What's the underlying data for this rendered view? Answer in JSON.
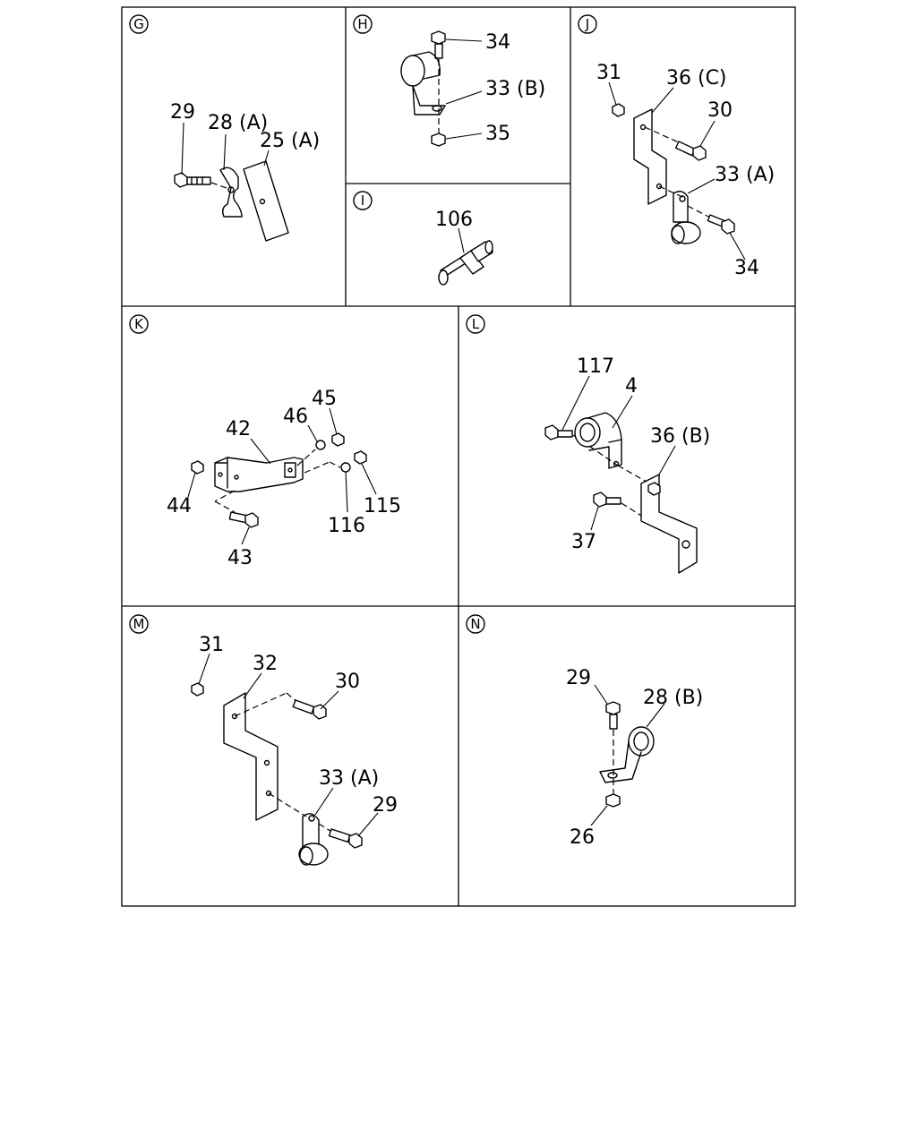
{
  "panels": {
    "G": {
      "letter": "G",
      "labels": {
        "29": "29",
        "28a": "28 (A)",
        "25a": "25 (A)"
      }
    },
    "H": {
      "letter": "H",
      "labels": {
        "34": "34",
        "33b": "33 (B)",
        "35": "35"
      }
    },
    "I": {
      "letter": "I",
      "labels": {
        "106": "106"
      }
    },
    "J": {
      "letter": "J",
      "labels": {
        "31": "31",
        "36c": "36 (C)",
        "30": "30",
        "33a": "33 (A)",
        "34": "34"
      }
    },
    "K": {
      "letter": "K",
      "labels": {
        "42": "42",
        "46": "46",
        "45": "45",
        "44": "44",
        "115": "115",
        "116": "116",
        "43": "43"
      }
    },
    "L": {
      "letter": "L",
      "labels": {
        "117": "117",
        "4": "4",
        "36b": "36 (B)",
        "37": "37"
      }
    },
    "M": {
      "letter": "M",
      "labels": {
        "31": "31",
        "32": "32",
        "30": "30",
        "33a": "33 (A)",
        "29": "29"
      }
    },
    "N": {
      "letter": "N",
      "labels": {
        "29": "29",
        "28b": "28 (B)",
        "26": "26"
      }
    }
  }
}
